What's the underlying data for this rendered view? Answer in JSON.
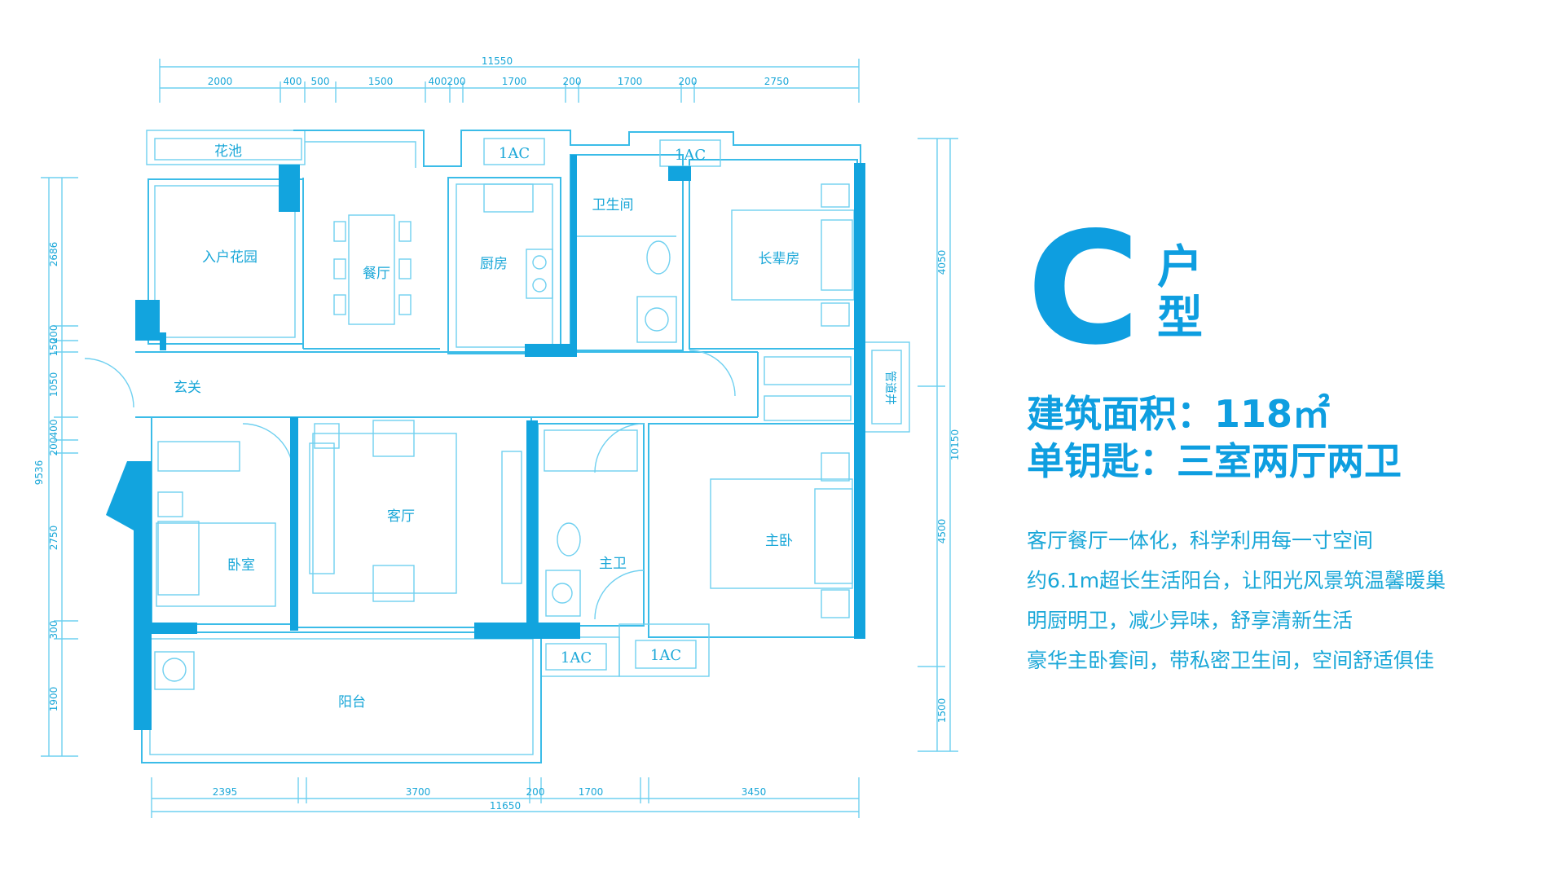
{
  "unit": {
    "type_letter": "C",
    "type_suffix": "户型",
    "area_label": "建筑面积：",
    "area_value": "118㎡",
    "layout_label": "单钥匙：",
    "layout_value": "三室两厅两卫"
  },
  "features": [
    "客厅餐厅一体化，科学利用每一寸空间",
    "约6.1m超长生活阳台，让阳光风景筑温馨暖巢",
    "明厨明卫，减少异味，舒享清新生活",
    "豪华主卧套间，带私密卫生间，空间舒适俱佳"
  ],
  "rooms": {
    "flower_bed": "花池",
    "entry_garden": "入户花园",
    "dining": "餐厅",
    "kitchen": "厨房",
    "bathroom": "卫生间",
    "elder_room": "长辈房",
    "foyer": "玄关",
    "living": "客厅",
    "bedroom": "卧室",
    "master_bath": "主卫",
    "master_bedroom": "主卧",
    "balcony": "阳台",
    "pipe_shaft": "管道井"
  },
  "ac_labels": [
    "1AC",
    "1AC",
    "1AC",
    "1AC"
  ],
  "dimensions": {
    "top_total": "11550",
    "top_segments": [
      "2000",
      "400",
      "500",
      "1500",
      "400",
      "200",
      "1700",
      "200",
      "1700",
      "200",
      "2750"
    ],
    "bottom_total": "11650",
    "bottom_segments": [
      "2395",
      "3700",
      "200",
      "1700",
      "3450"
    ],
    "left_segments": [
      "2686",
      "200",
      "150",
      "1050",
      "400",
      "200",
      "2750",
      "300",
      "1900"
    ],
    "left_total": "9536",
    "right_segments": [
      "4050",
      "10150",
      "4500",
      "1500"
    ]
  },
  "colors": {
    "primary": "#0e9ee0",
    "light": "#6fd0f0",
    "wall": "#12a4de"
  }
}
